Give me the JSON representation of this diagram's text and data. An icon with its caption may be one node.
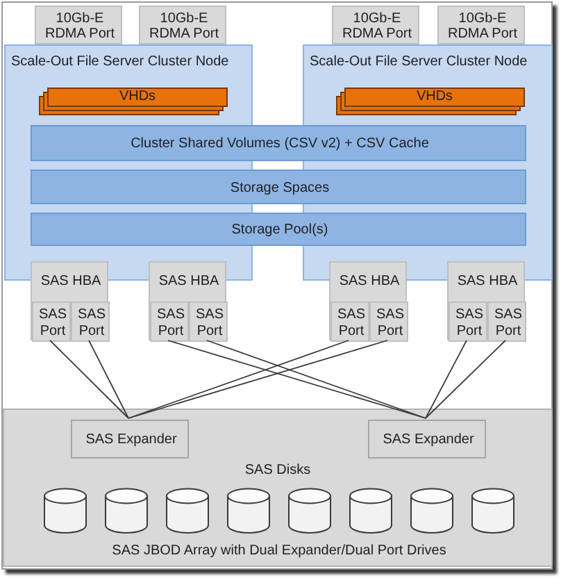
{
  "diagram": {
    "nodes": [
      {
        "text": [
          "10Gb-E RDMA Port"
        ]
      },
      {
        "text": [
          "10Gb-E RDMA Port"
        ]
      },
      {
        "text": [
          "10Gb-E RDMA Port"
        ]
      },
      {
        "text": [
          "10Gb-E RDMA Port"
        ]
      },
      {
        "text": [
          "Scale-Out File Server Cluster Node"
        ]
      },
      {
        "text": [
          "VHDs"
        ],
        "in": 4
      },
      {
        "text": [
          "Scale-Out File Server Cluster Node"
        ]
      },
      {
        "text": [
          "VHDs"
        ],
        "in": 6
      },
      {
        "text": [
          "Cluster Shared Volumes (CSV v2) + CSV Cache"
        ]
      },
      {
        "text": [
          "Storage Spaces"
        ]
      },
      {
        "text": [
          "Storage Pool(s)"
        ]
      },
      {
        "text": [
          "SAS HBA"
        ]
      },
      {
        "text": [
          "SAS Port"
        ],
        "in": 11
      },
      {
        "text": [
          "SAS Port"
        ],
        "in": 11
      },
      {
        "text": [
          "SAS HBA"
        ]
      },
      {
        "text": [
          "SAS Port"
        ],
        "in": 14
      },
      {
        "text": [
          "SAS Port"
        ],
        "in": 14
      },
      {
        "text": [
          "SAS HBA"
        ]
      },
      {
        "text": [
          "SAS Port"
        ],
        "in": 17
      },
      {
        "text": [
          "SAS Port"
        ],
        "in": 17
      },
      {
        "text": [
          "SAS HBA"
        ]
      },
      {
        "text": [
          "SAS Port"
        ],
        "in": 20
      },
      {
        "text": [
          "SAS Port"
        ],
        "in": 20
      },
      {
        "text": [
          "SAS JBOD Array with Dual Expander/Dual Port Drives"
        ]
      },
      {
        "text": [
          "SAS Expander"
        ],
        "in": 23
      },
      {
        "text": [
          "SAS Expander"
        ],
        "in": 23
      },
      {
        "text": [],
        "shape": "cylinder",
        "in": 23
      },
      {
        "text": [],
        "shape": "cylinder",
        "in": 23
      },
      {
        "text": [],
        "shape": "cylinder",
        "in": 23
      },
      {
        "text": [],
        "shape": "cylinder",
        "in": 23
      },
      {
        "text": [],
        "shape": "cylinder",
        "in": 23
      },
      {
        "text": [],
        "shape": "cylinder",
        "in": 23
      },
      {
        "text": [],
        "shape": "cylinder",
        "in": 23
      },
      {
        "text": [],
        "shape": "cylinder",
        "in": 23
      }
    ],
    "edges": [
      {
        "from": 12,
        "to": 24,
        "arrow": "none"
      },
      {
        "from": 13,
        "to": 24,
        "arrow": "none"
      },
      {
        "from": 15,
        "to": 25,
        "arrow": "none"
      },
      {
        "from": 16,
        "to": 25,
        "arrow": "none"
      },
      {
        "from": 18,
        "to": 24,
        "arrow": "none"
      },
      {
        "from": 19,
        "to": 24,
        "arrow": "none"
      },
      {
        "from": 21,
        "to": 25,
        "arrow": "none"
      },
      {
        "from": 22,
        "to": 25,
        "arrow": "none"
      }
    ],
    "labels": [
      "SAS Disks"
    ]
  }
}
